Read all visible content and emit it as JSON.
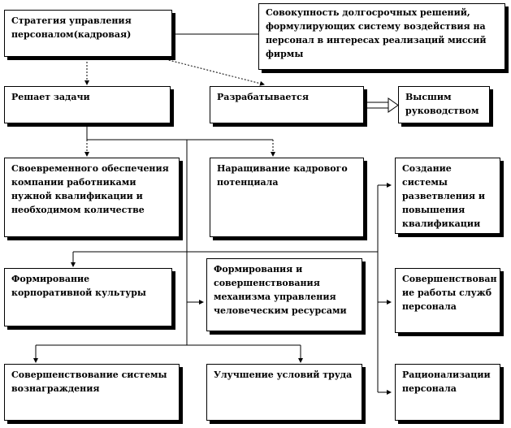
{
  "boxes": {
    "strategy": "Стратегия управления персоналом(кадровая)",
    "definition": "Совокупность долгосрочных решений, формулирующих систему воздействия на персонал в интересах реализаций миссий фирмы",
    "tasks": "Решает задачи",
    "developed": "Разрабатывается",
    "management": "Высшим руководством",
    "staffing": "Своевременного обеспечения компании работниками нужной квалификации и необходимом количестве",
    "potential": "Наращивание кадрового потенциала",
    "branching": "Создание системы разветвления и повышения квалификации",
    "culture": "Формирование корпоративной культуры",
    "mechanism": "Формирования и совершенствования механизма управления человеческим ресурсами",
    "services": "Совершенствован ие работы служб персонала",
    "rewards": "Совершенствование системы вознаграждения",
    "conditions": "Улучшение условий труда",
    "rationalization": "Рационализации персонала"
  }
}
